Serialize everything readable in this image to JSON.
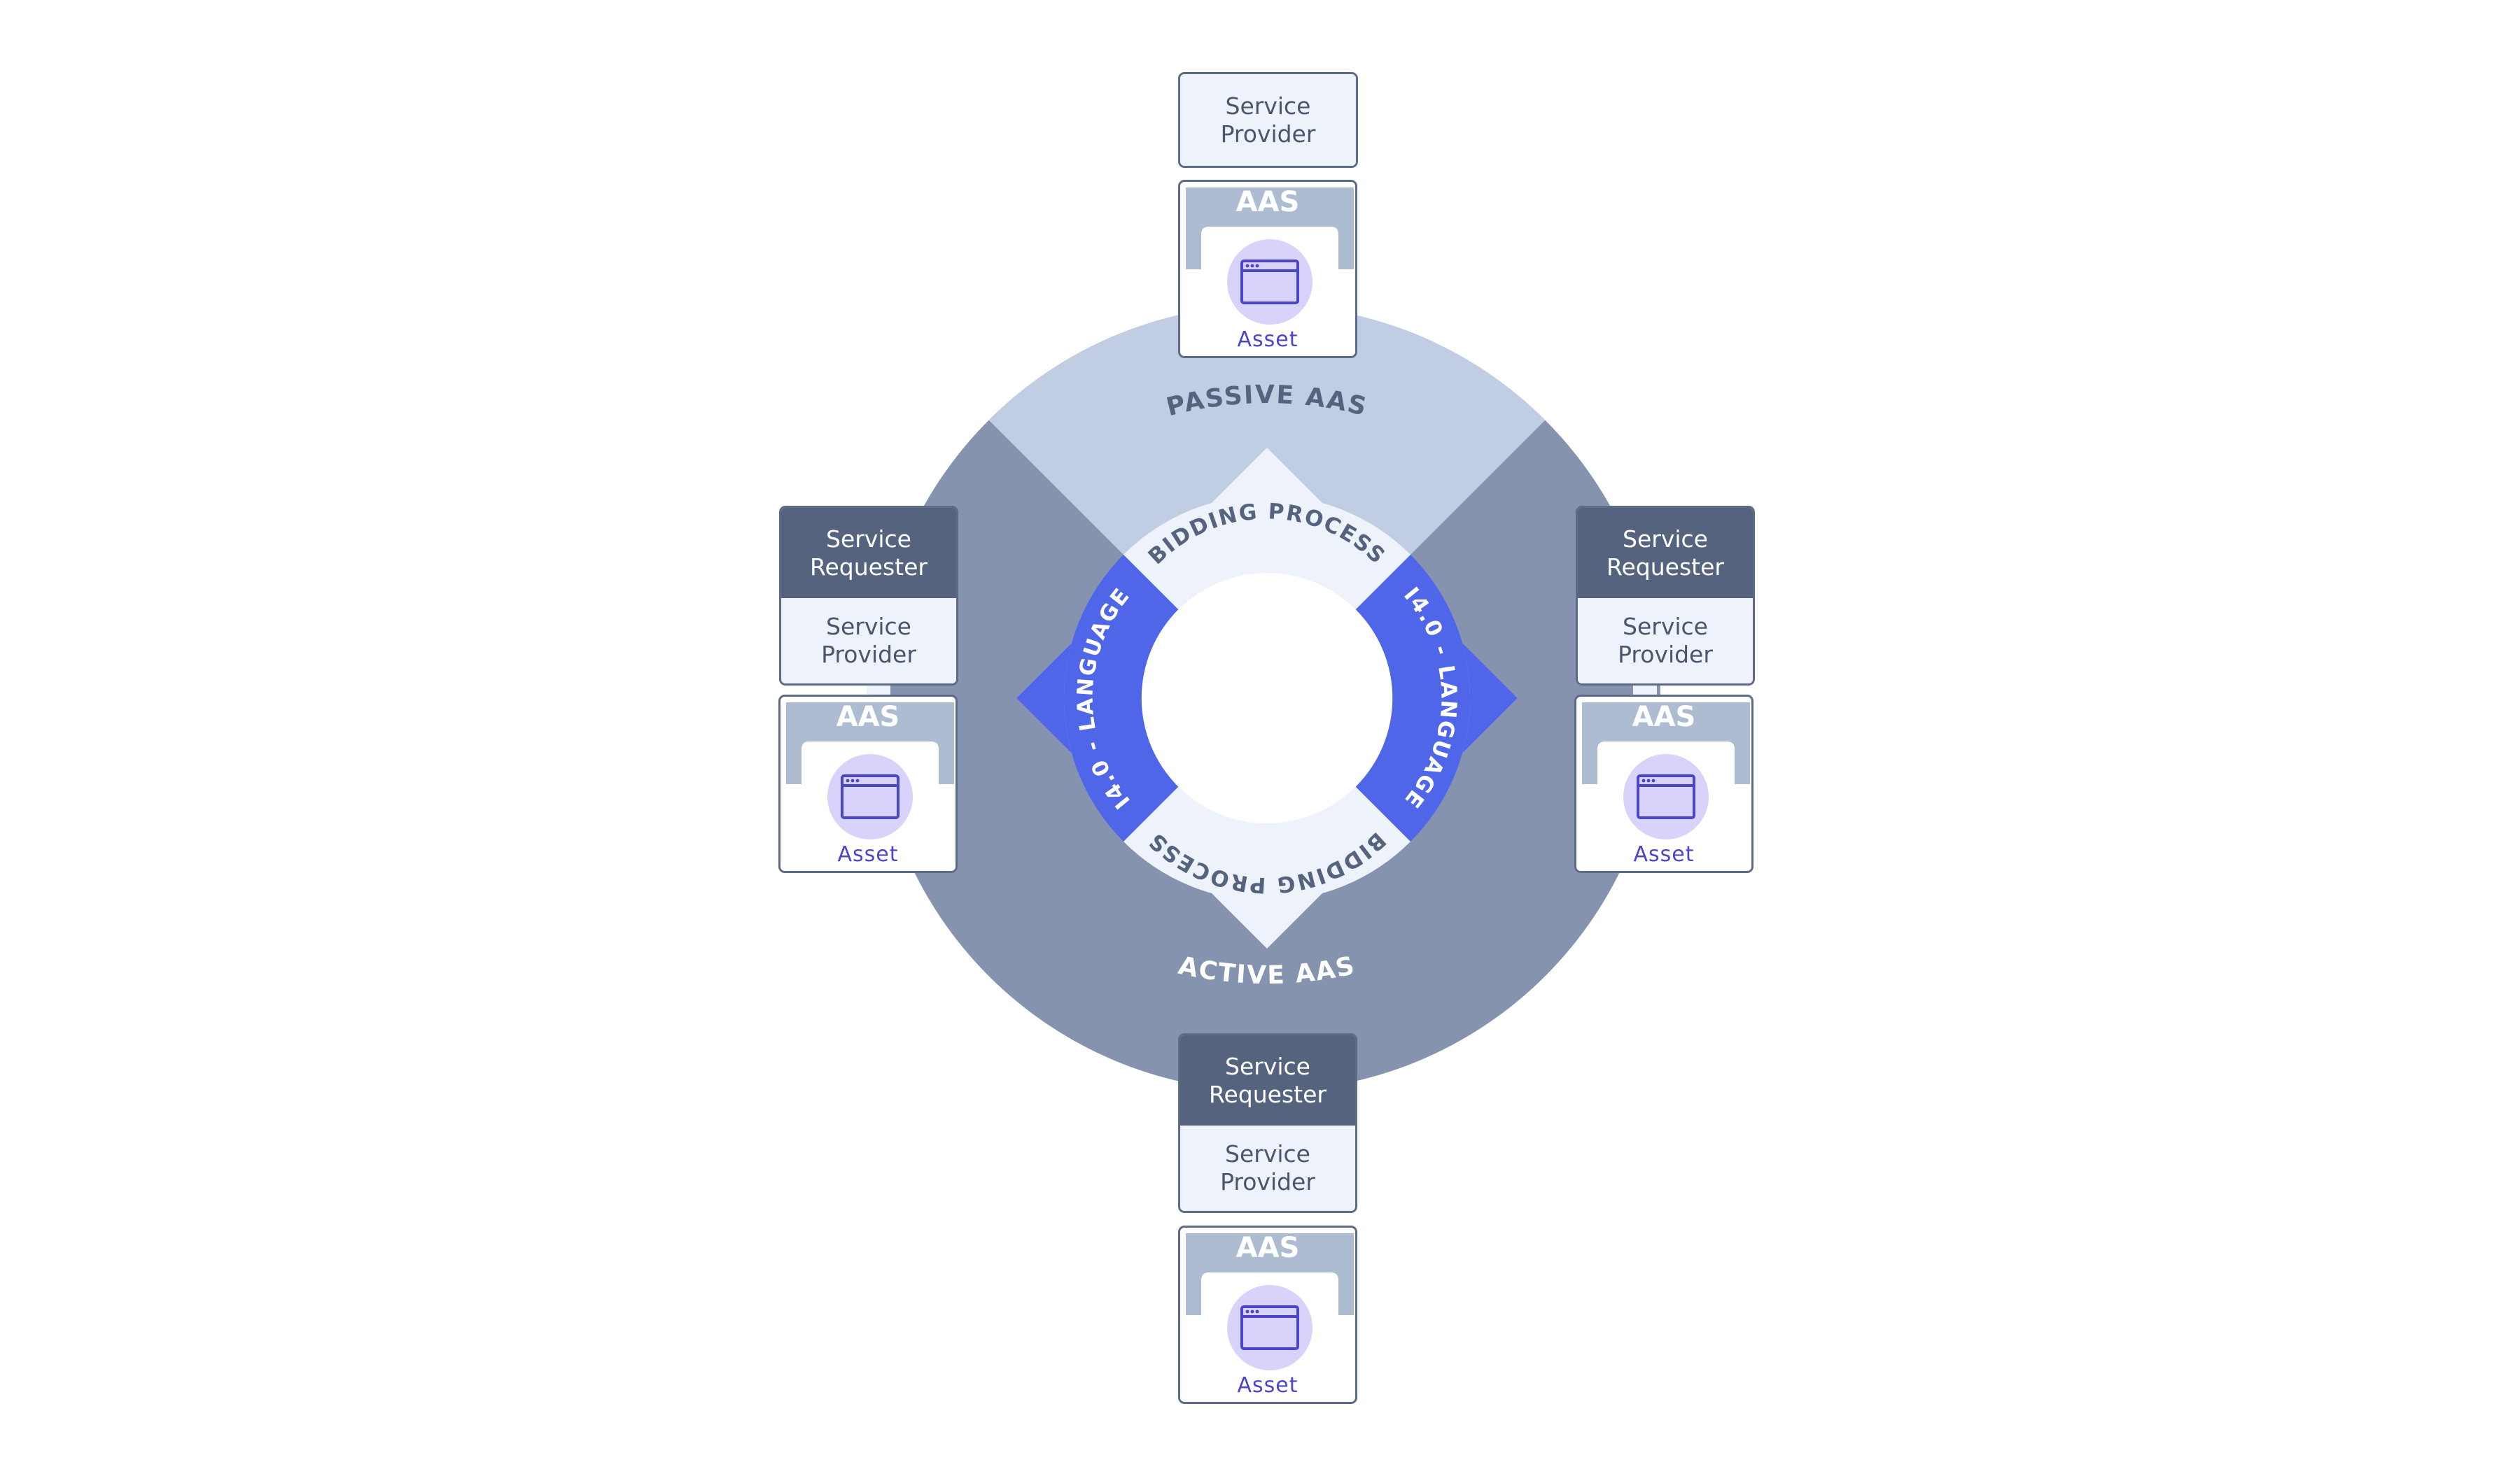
{
  "labels": {
    "passive_aas": "PASSIVE AAS",
    "active_aas": "ACTIVE AAS",
    "bidding_process_top": "BIDDING PROCESS",
    "bidding_process_bottom": "BIDDING PROCESS",
    "language_left": "I4.0 - LANGUAGE",
    "language_right": "I4.0 - LANGUAGE"
  },
  "aas_label": "AAS",
  "asset_label": "Asset",
  "card_top": {
    "provider": "Service\nProvider"
  },
  "card_left": {
    "requester": "Service\nRequester",
    "provider": "Service\nProvider"
  },
  "card_right": {
    "requester": "Service\nRequester",
    "provider": "Service\nProvider"
  },
  "card_bottom": {
    "requester": "Service\nRequester",
    "provider": "Service\nProvider"
  },
  "colors": {
    "outer_ring_dark": "#8593ae",
    "outer_ring_light": "#c1cde2",
    "inner_ring": "#eef2fb",
    "language_blue": "#5066e8",
    "requester": "#56637e",
    "aas_grey": "#aebcd2",
    "asset_circle": "#d8d3fa",
    "asset_icon": "#4b45c9"
  },
  "icons": {
    "asset": "browser-window-icon"
  }
}
